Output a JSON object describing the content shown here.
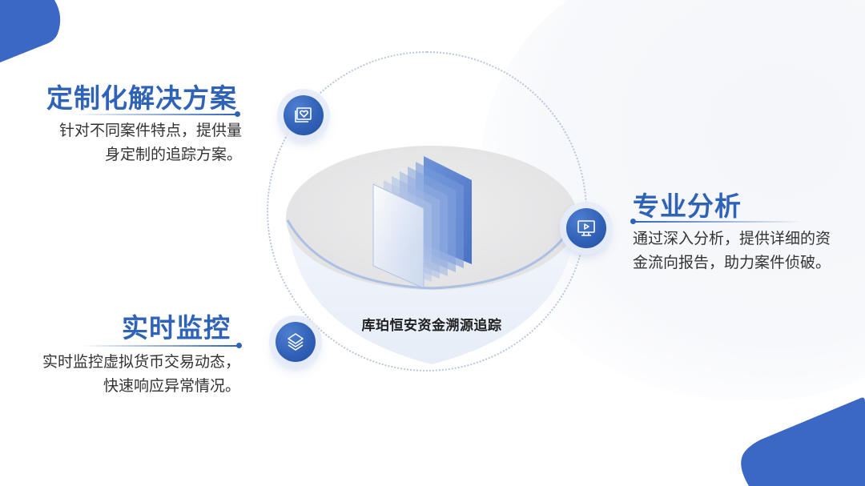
{
  "slide": {
    "center_label": "库珀恒安资金溯源追踪",
    "colors": {
      "accent": "#2f63b8",
      "accent_dark": "#24509f",
      "corner_shape": "#3a68c4",
      "text": "#333333",
      "orbit": "#b9c6dc"
    },
    "features": [
      {
        "title": "定制化解决方案",
        "description_lines": [
          "针对不同案件特点，提供量",
          "身定制的追踪方案。"
        ],
        "icon": "heart-image-icon"
      },
      {
        "title": "专业分析",
        "description_lines": [
          "通过深入分析，提供详细的资",
          "金流向报告，助力案件侦破。"
        ],
        "icon": "monitor-play-icon"
      },
      {
        "title": "实时监控",
        "description_lines": [
          "实时监控虚拟货币交易动态，",
          "快速响应异常情况。"
        ],
        "icon": "layers-icon"
      }
    ]
  }
}
